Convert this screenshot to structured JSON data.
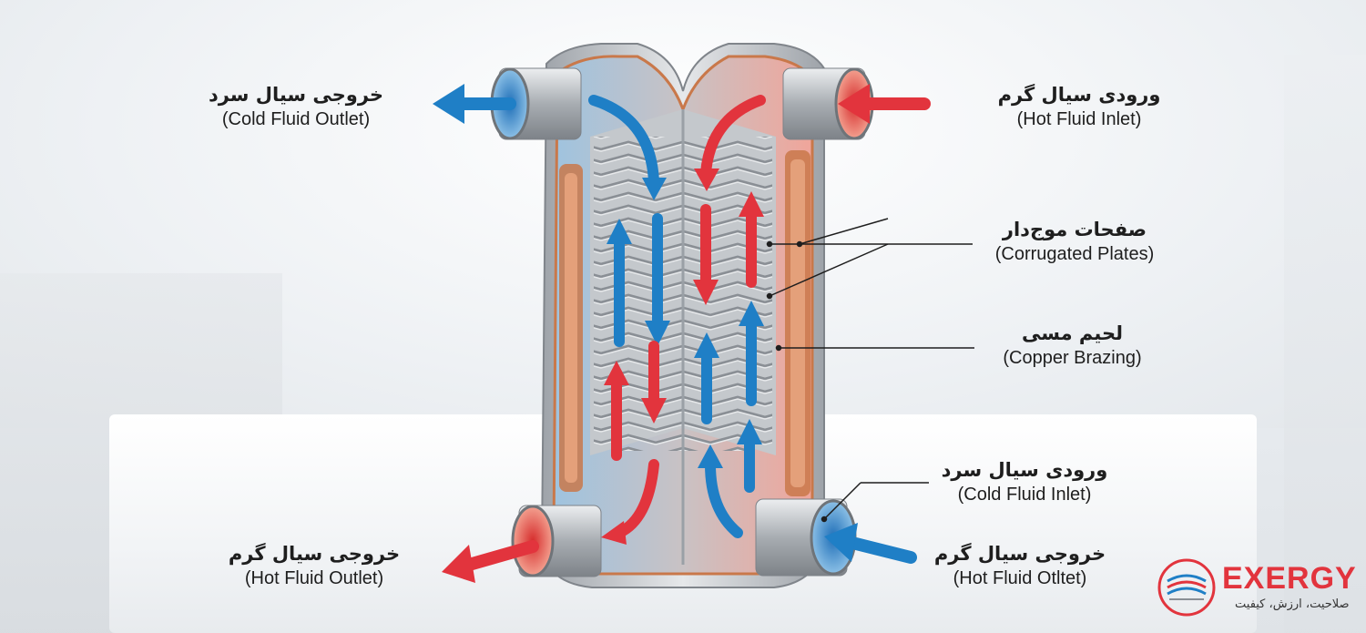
{
  "labels": {
    "cold_outlet": {
      "fa": "خروجی سیال سرد",
      "en": "(Cold Fluid Outlet)"
    },
    "hot_inlet": {
      "fa": "ورودی سیال گرم",
      "en": "(Hot Fluid Inlet)"
    },
    "corrugated_plates": {
      "fa": "صفحات موج‌دار",
      "en": "(Corrugated Plates)"
    },
    "copper_brazing": {
      "fa": "لحیم مسی",
      "en": "(Copper Brazing)"
    },
    "cold_inlet": {
      "fa": "ورودی سیال سرد",
      "en": "(Cold Fluid Inlet)"
    },
    "hot_outlet": {
      "fa": "خروجی سیال گرم",
      "en": "(Hot Fluid Outlet)"
    },
    "hot_outlet_right": {
      "fa": "خروجی سیال گرم",
      "en": "(Hot Fluid Otltet)"
    }
  },
  "logo": {
    "name": "EXERGY",
    "tagline": "صلاحیت، ارزش، کیفیت"
  },
  "colors": {
    "hot": "#e2343d",
    "cold": "#1f7fc6",
    "copper": "#c9784a",
    "steel": "#b8bcc1",
    "brand": "#e2343d"
  }
}
